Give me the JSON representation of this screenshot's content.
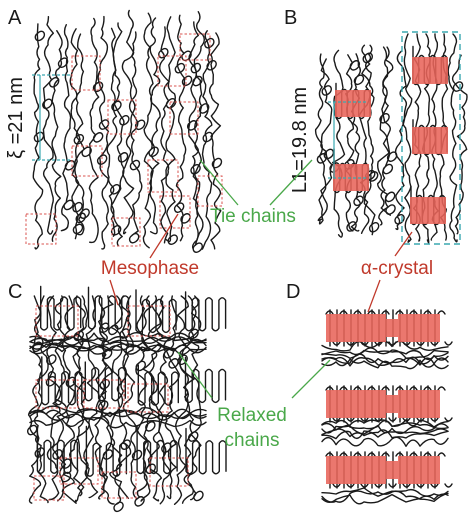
{
  "panels": {
    "a": {
      "label": "A"
    },
    "b": {
      "label": "B"
    },
    "c": {
      "label": "C"
    },
    "d": {
      "label": "D"
    }
  },
  "dimensions": {
    "xi": "ξ =21 nm",
    "l1": "L1=19.8 nm"
  },
  "annotations": {
    "tie_chains": "Tie chains",
    "mesophase": "Mesophase",
    "alpha_crystal": "α-crystal",
    "relaxed_line1": "Relaxed",
    "relaxed_line2": "chains"
  },
  "colors": {
    "green_label": "#4aa84a",
    "red_label": "#c0392b",
    "crystal_fill": "#e8645a",
    "mesophase_outline": "#d9534f",
    "dimension_line": "#3aa8b0",
    "chain": "#1a1a1a"
  }
}
